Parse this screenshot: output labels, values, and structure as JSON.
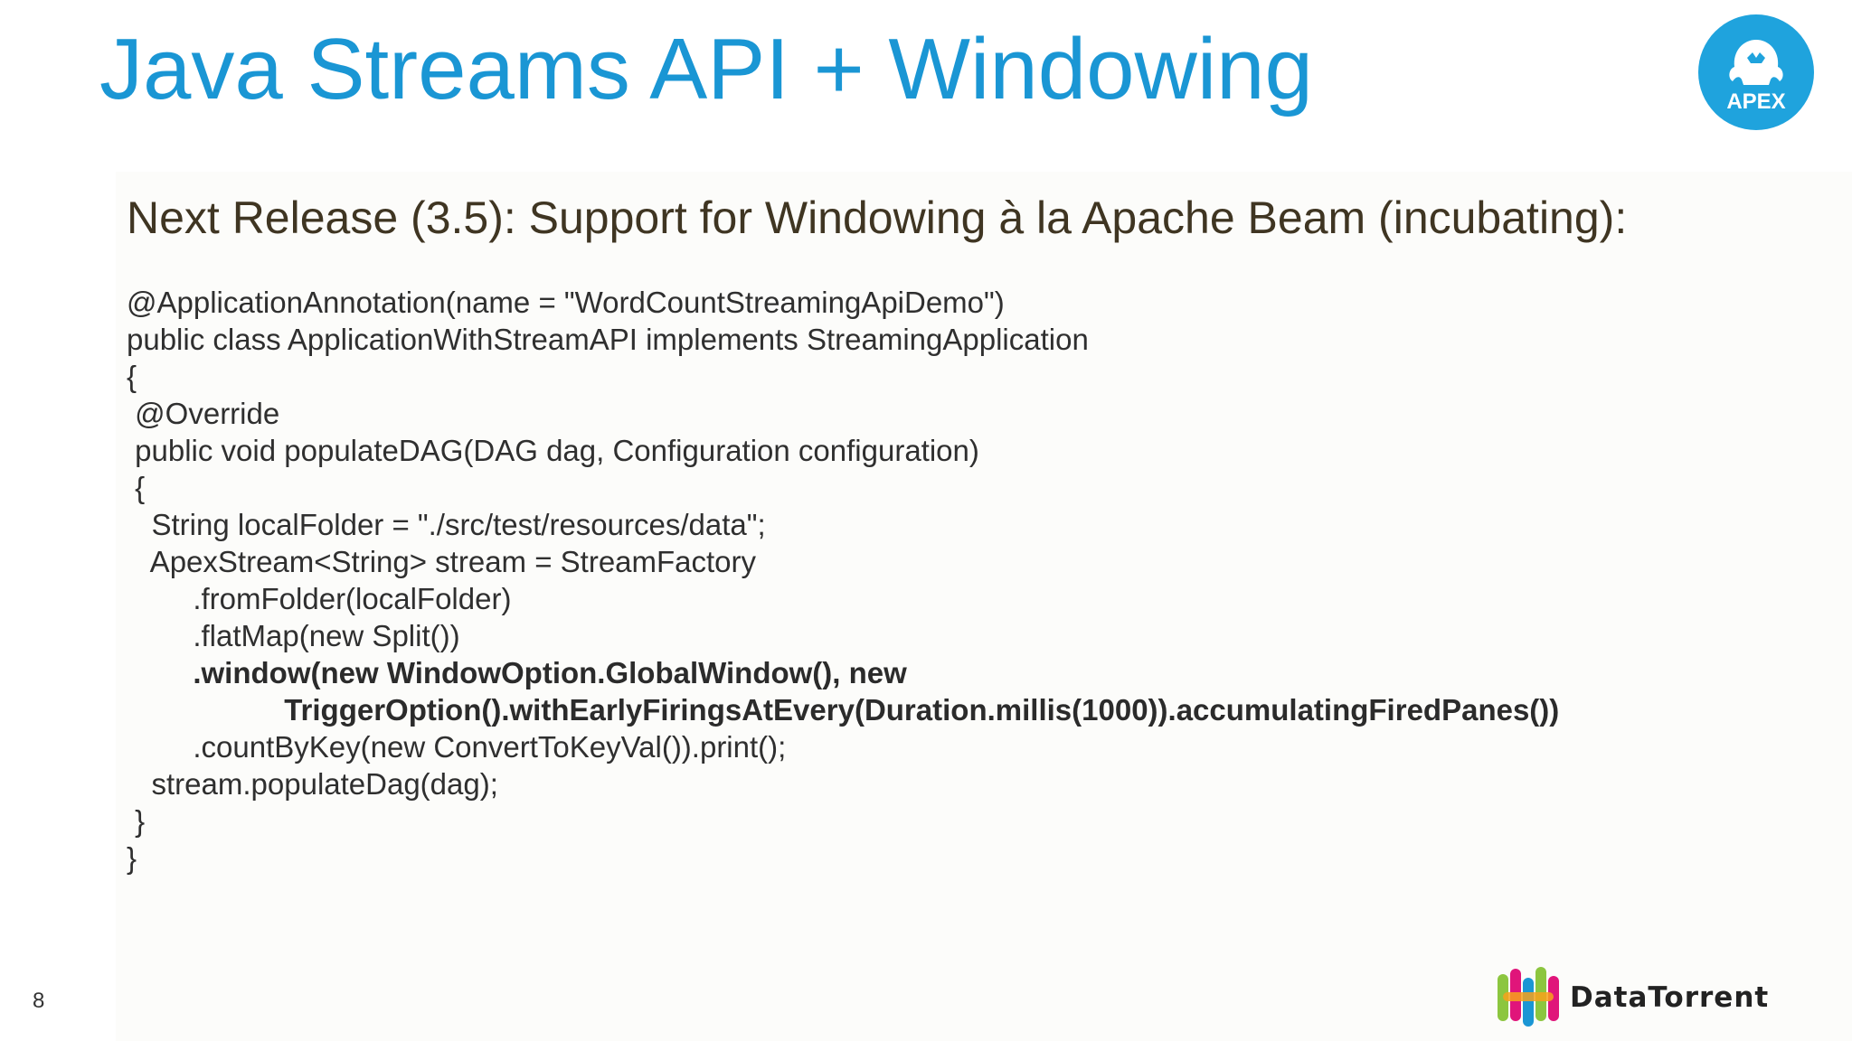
{
  "slide": {
    "title": "Java Streams API + Windowing",
    "subtitle": "Next Release (3.5): Support for Windowing à la Apache Beam (incubating):",
    "page_number": "8"
  },
  "code_lines": [
    {
      "text": "@ApplicationAnnotation(name = \"WordCountStreamingApiDemo\")",
      "bold": false
    },
    {
      "text": "public class ApplicationWithStreamAPI implements StreamingApplication",
      "bold": false
    },
    {
      "text": "{",
      "bold": false
    },
    {
      "text": " @Override",
      "bold": false
    },
    {
      "text": " public void populateDAG(DAG dag, Configuration configuration)",
      "bold": false
    },
    {
      "text": " {",
      "bold": false
    },
    {
      "text": "   String localFolder = \"./src/test/resources/data\";",
      "bold": false
    },
    {
      "text": "   ApexStream<String> stream = StreamFactory",
      "bold": false
    },
    {
      "text": "        .fromFolder(localFolder)",
      "bold": false
    },
    {
      "text": "        .flatMap(new Split())",
      "bold": false
    },
    {
      "text": "        .window(new WindowOption.GlobalWindow(), new",
      "bold": true
    },
    {
      "text": "                   TriggerOption().withEarlyFiringsAtEvery(Duration.millis(1000)).accumulatingFiredPanes())",
      "bold": true
    },
    {
      "text": "        .countByKey(new ConvertToKeyVal()).print();",
      "bold": false
    },
    {
      "text": "   stream.populateDag(dag);",
      "bold": false
    },
    {
      "text": " }",
      "bold": false
    },
    {
      "text": "}",
      "bold": false
    }
  ],
  "logos": {
    "apex": {
      "text": "APEX",
      "icon": "apex-gorilla-logo-icon",
      "color": "#1a96d4"
    },
    "datatorrent": {
      "text": "DataTorrent",
      "icon": "datatorrent-bars-icon",
      "colors": [
        "#8cc63f",
        "#e0157a",
        "#1a96d4",
        "#f7a21b"
      ]
    }
  },
  "colors": {
    "title": "#1a96d4",
    "subtitle": "#3f3522",
    "code": "#2f2f2f"
  }
}
